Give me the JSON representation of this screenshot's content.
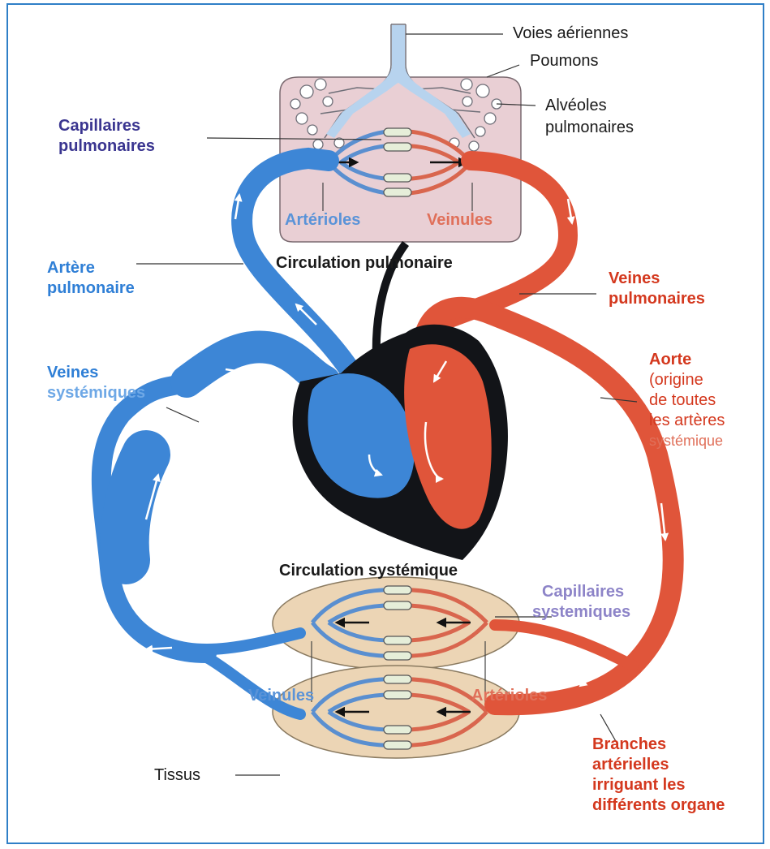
{
  "labels": {
    "voies_aeriennes": "Voies aériennes",
    "poumons": "Poumons",
    "alveoles_1": "Alvéoles",
    "alveoles_2": "pulmonaires",
    "capillaires_pulm_1": "Capillaires",
    "capillaires_pulm_2": "pulmonaires",
    "arterioles_top": "Artérioles",
    "veinules_top": "Veinules",
    "circulation_pulmonaire": "Circulation pulmonaire",
    "artere_pulm_1": "Artère",
    "artere_pulm_2": "pulmonaire",
    "veines_pulm_1": "Veines",
    "veines_pulm_2": "pulmonaires",
    "veines_syst_1": "Veines",
    "veines_syst_2": "systémiques",
    "aorte_1": "Aorte",
    "aorte_2": "(origine",
    "aorte_3": "de toutes",
    "aorte_4": "les artères",
    "aorte_5": "systémique",
    "circulation_systemique": "Circulation systémique",
    "capillaires_syst_1": "Capillaires",
    "capillaires_syst_2": "systemiques",
    "veinules_bottom": "Veinules",
    "arterioles_bottom": "Artérioles",
    "tissus": "Tissus",
    "branches_1": "Branches",
    "branches_2": "artérielles",
    "branches_3": "irriguant les",
    "branches_4": "différents organe"
  },
  "colors": {
    "venous_blue": "#3d86d6",
    "arterial_red": "#e0553a",
    "label_navy": "#3a3590",
    "label_red": "#d4381e",
    "label_salmon": "#e0705a",
    "label_lavender": "#8d84c8",
    "lung_fill": "#e9cfd4",
    "tissue_fill": "#ecd5b5",
    "heart_dark": "#121418",
    "frame_border": "#2f7fc7"
  }
}
